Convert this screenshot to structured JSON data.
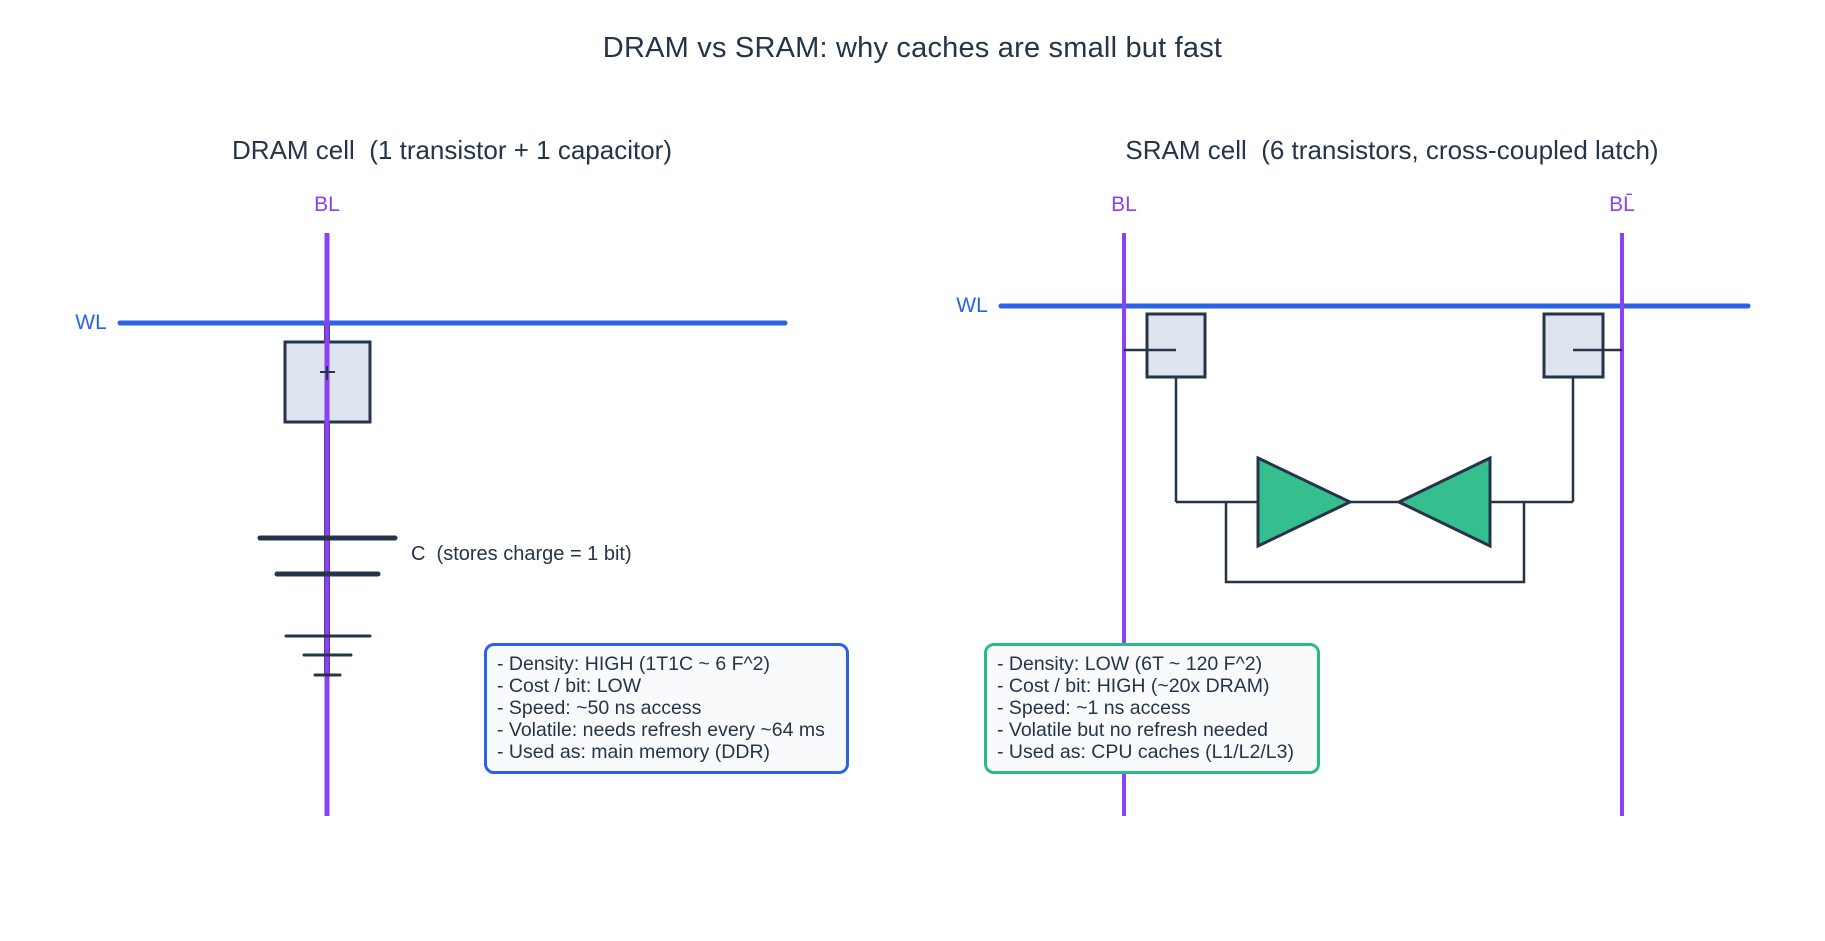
{
  "title": "DRAM vs SRAM: why caches are small but fast",
  "colors": {
    "text_dark_navy": "#253449",
    "wordline_blue": "#2a63e8",
    "bitline_purple": "#8b41f4",
    "inverter_green": "#35bf8e",
    "sram_box_border_green": "#2abd80",
    "transistor_fill": "#dee4ee",
    "specs_background": "#f8fafc"
  },
  "dram_panel": {
    "subtitle": "DRAM cell  (1 transistor + 1 capacitor)",
    "bitline_label": "BL",
    "wordline_label": "WL",
    "capacitor_label": "C  (stores charge = 1 bit)",
    "specs": [
      "- Density: HIGH (1T1C ~ 6 F^2)",
      "- Cost / bit: LOW",
      "- Speed: ~50 ns access",
      "- Volatile: needs refresh every ~64 ms",
      "- Used as: main memory (DDR)"
    ]
  },
  "sram_panel": {
    "subtitle": "SRAM cell  (6 transistors, cross-coupled latch)",
    "bitline_label": "BL",
    "bitline_bar_label": "BL̄",
    "wordline_label": "WL",
    "specs": [
      "- Density: LOW (6T ~ 120 F^2)",
      "- Cost / bit: HIGH (~20x DRAM)",
      "- Speed: ~1 ns access",
      "- Volatile but no refresh needed",
      "- Used as: CPU caches (L1/L2/L3)"
    ]
  }
}
